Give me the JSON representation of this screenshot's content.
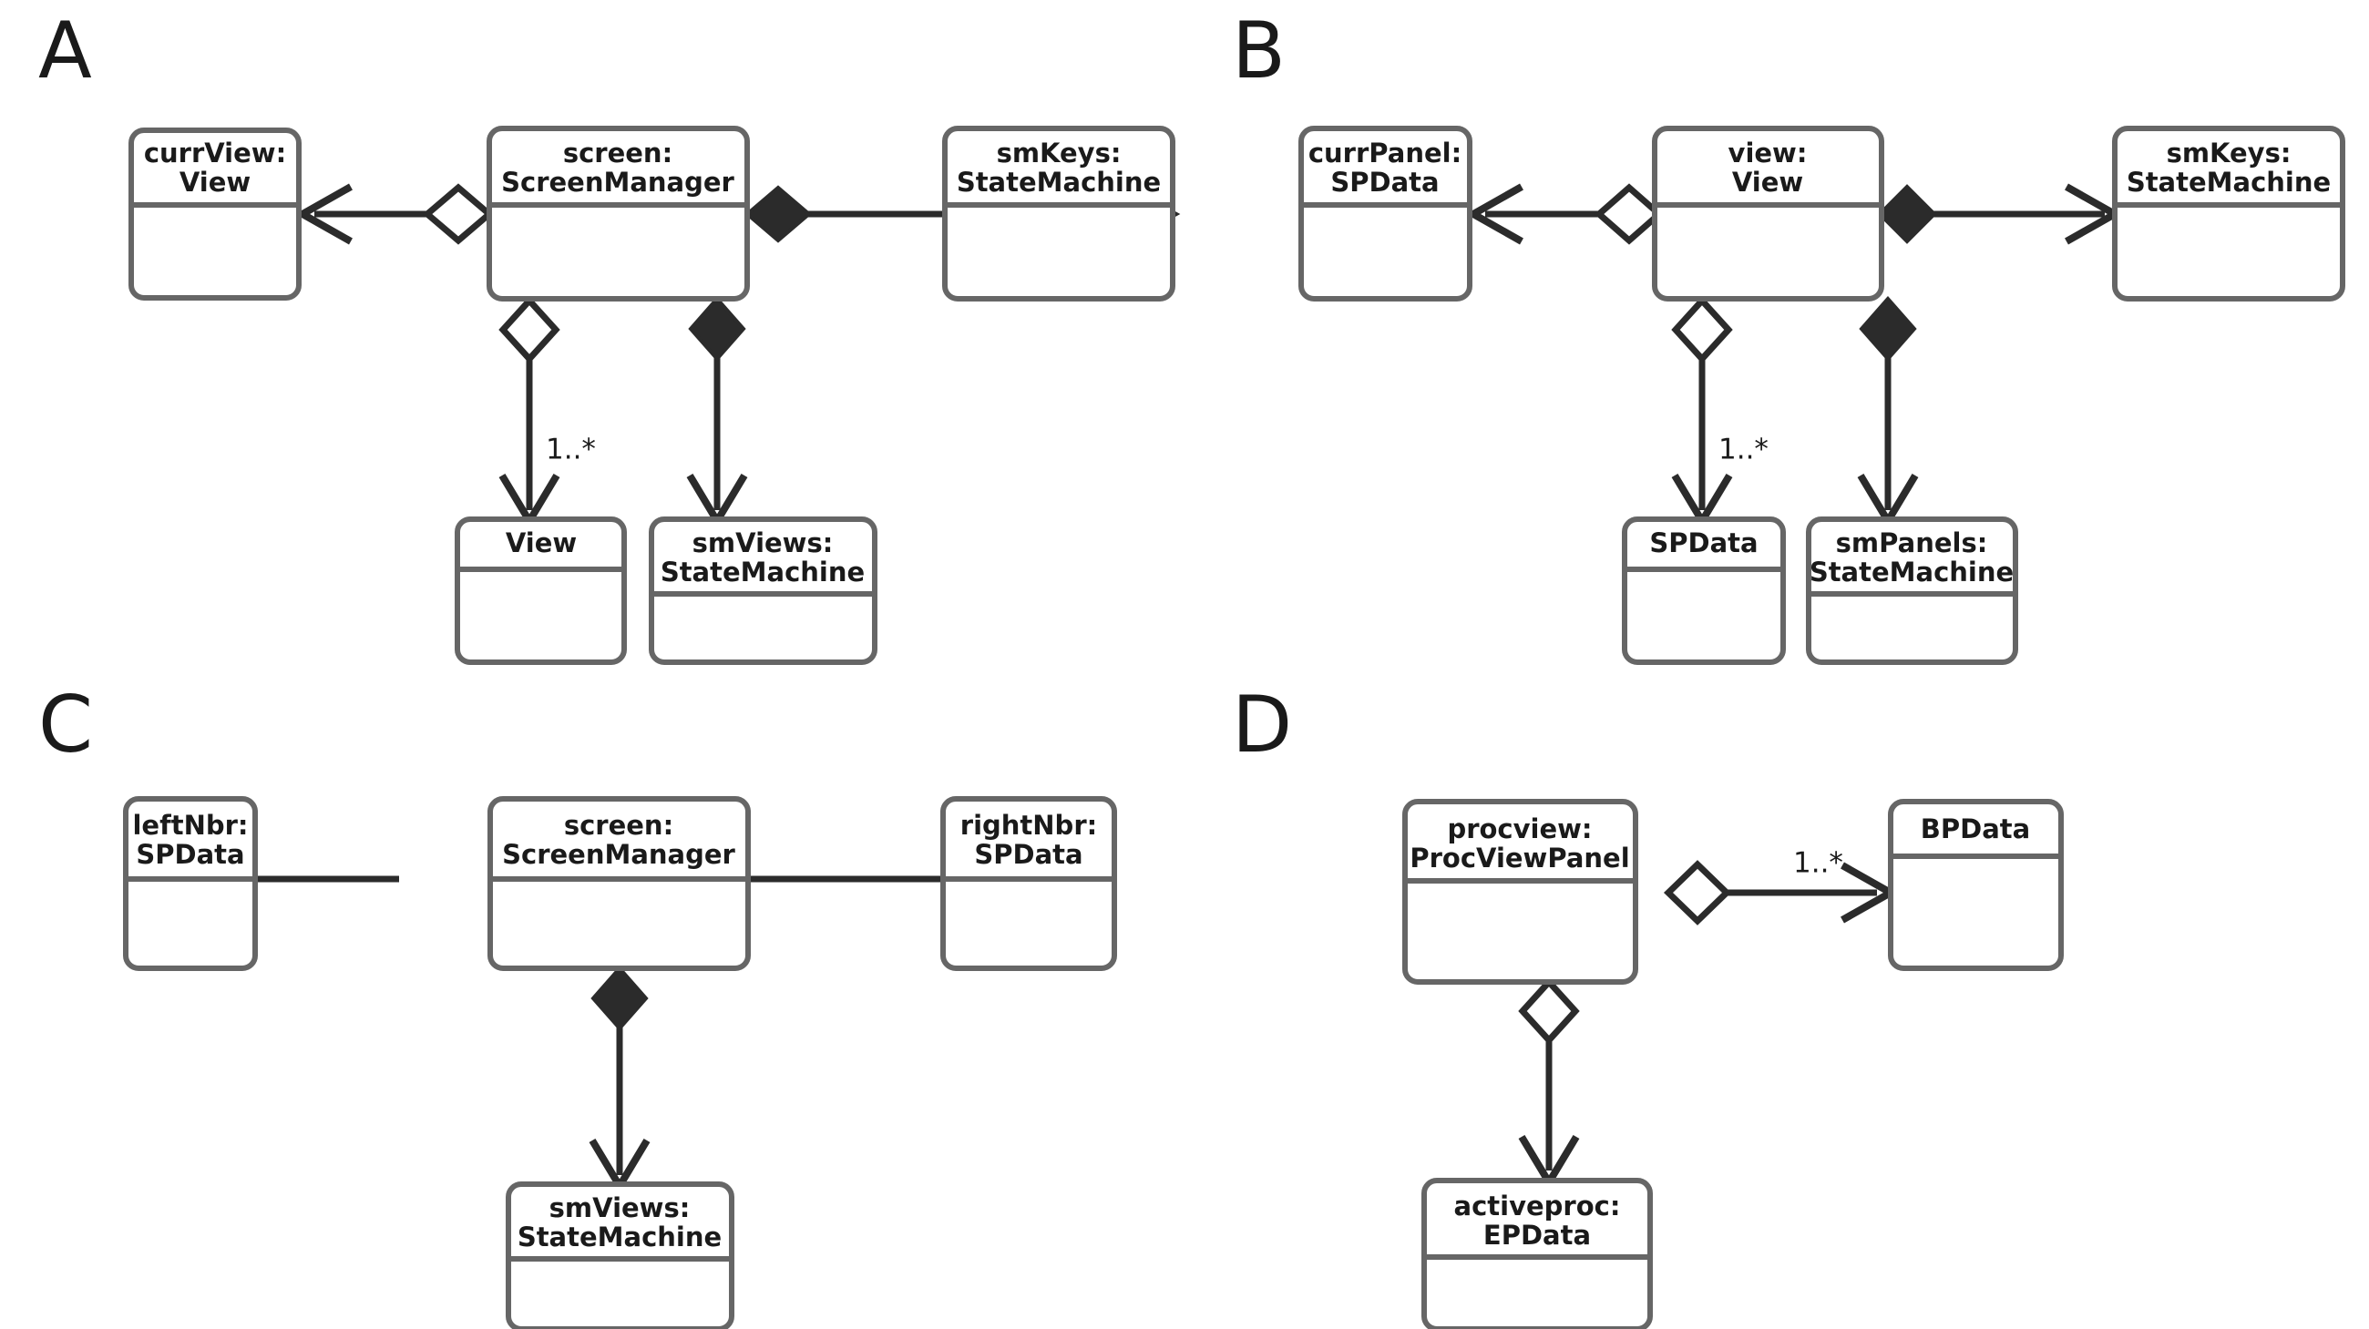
{
  "figure": {
    "type": "uml-object-diagram-grid",
    "background": "#ffffff",
    "box_stroke": "#666666",
    "link_color": "#2b2b2b",
    "text_color": "#1a1a1a"
  },
  "panels": [
    {
      "letter": "A",
      "boxes": {
        "left": "currView:\nView",
        "left_line1": "currView:",
        "left_line2": "View",
        "center_line1": "screen:",
        "center_line2": "ScreenManager",
        "right_line1": "smKeys:",
        "right_line2": "StateMachine",
        "bottom_left_line1": "View",
        "bottom_right_line1": "smViews:",
        "bottom_right_line2": "StateMachine"
      },
      "multiplicities": {
        "down_left": "1..*"
      }
    },
    {
      "letter": "B",
      "boxes": {
        "left_line1": "currPanel:",
        "left_line2": "SPData",
        "center_line1": "view:",
        "center_line2": "View",
        "right_line1": "smKeys:",
        "right_line2": "StateMachine",
        "bottom_left_line1": "SPData",
        "bottom_right_line1": "smPanels:",
        "bottom_right_line2": "StateMachine"
      },
      "multiplicities": {
        "down_left": "1..*"
      }
    },
    {
      "letter": "C",
      "boxes": {
        "left_line1": "leftNbr:",
        "left_line2": "SPData",
        "center_line1": "screen:",
        "center_line2": "ScreenManager",
        "right_line1": "rightNbr:",
        "right_line2": "SPData",
        "bottom_line1": "smViews:",
        "bottom_line2": "StateMachine"
      },
      "multiplicities": {}
    },
    {
      "letter": "D",
      "boxes": {
        "left_line1": "procview:",
        "left_line2": "ProcViewPanel",
        "right_line1": "BPData",
        "bottom_line1": "activeproc:",
        "bottom_line2": "EPData"
      },
      "multiplicities": {
        "right": "1..*"
      }
    }
  ]
}
